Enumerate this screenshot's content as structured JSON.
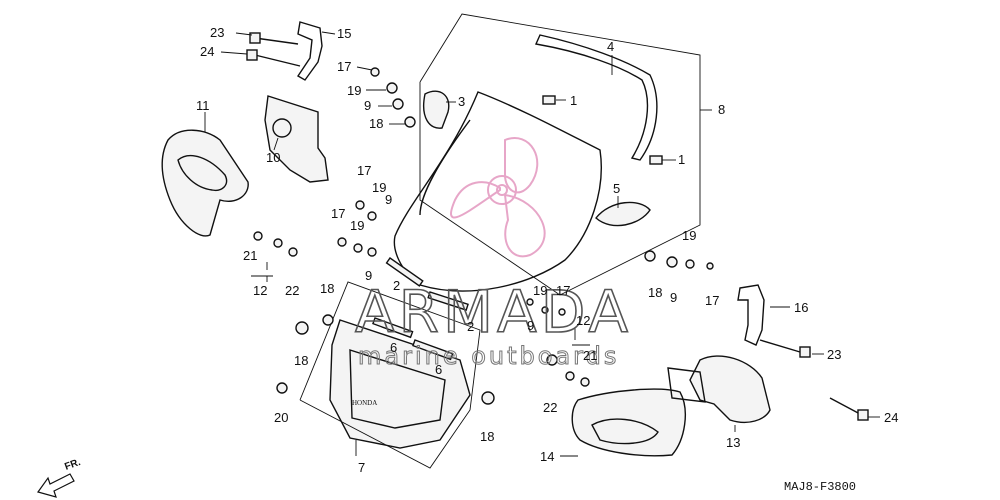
{
  "diagram": {
    "code": "MAJ8-F3800",
    "direction_label": "FR.",
    "brand_mark": "HONDA",
    "watermark": {
      "title": "ARMADA",
      "subtitle": "marine outboards",
      "logo_color": "#e7a6c8"
    },
    "callouts": [
      {
        "id": "c23a",
        "text": "23"
      },
      {
        "id": "c24a",
        "text": "24"
      },
      {
        "id": "c15",
        "text": "15"
      },
      {
        "id": "c17a",
        "text": "17"
      },
      {
        "id": "c19a",
        "text": "19"
      },
      {
        "id": "c9a",
        "text": "9"
      },
      {
        "id": "c18a",
        "text": "18"
      },
      {
        "id": "c11",
        "text": "11"
      },
      {
        "id": "c10",
        "text": "10"
      },
      {
        "id": "c3",
        "text": "3"
      },
      {
        "id": "c4",
        "text": "4"
      },
      {
        "id": "c1a",
        "text": "1"
      },
      {
        "id": "c1b",
        "text": "1"
      },
      {
        "id": "c8",
        "text": "8"
      },
      {
        "id": "c5",
        "text": "5"
      },
      {
        "id": "c17b",
        "text": "17"
      },
      {
        "id": "c19b",
        "text": "19"
      },
      {
        "id": "c9b",
        "text": "9"
      },
      {
        "id": "c17c",
        "text": "17"
      },
      {
        "id": "c19c",
        "text": "19"
      },
      {
        "id": "c9c",
        "text": "9"
      },
      {
        "id": "c21a",
        "text": "21"
      },
      {
        "id": "c12a",
        "text": "12"
      },
      {
        "id": "c22a",
        "text": "22"
      },
      {
        "id": "c2a",
        "text": "2"
      },
      {
        "id": "c2b",
        "text": "2"
      },
      {
        "id": "c18b",
        "text": "18"
      },
      {
        "id": "c18c",
        "text": "18"
      },
      {
        "id": "c6a",
        "text": "6"
      },
      {
        "id": "c6b",
        "text": "6"
      },
      {
        "id": "c19d",
        "text": "19"
      },
      {
        "id": "c17d",
        "text": "17"
      },
      {
        "id": "c9d",
        "text": "9"
      },
      {
        "id": "c12b",
        "text": "12"
      },
      {
        "id": "c21b",
        "text": "21"
      },
      {
        "id": "c19e",
        "text": "19"
      },
      {
        "id": "c18d",
        "text": "18"
      },
      {
        "id": "c9e",
        "text": "9"
      },
      {
        "id": "c17e",
        "text": "17"
      },
      {
        "id": "c16",
        "text": "16"
      },
      {
        "id": "c23b",
        "text": "23"
      },
      {
        "id": "c24b",
        "text": "24"
      },
      {
        "id": "c13",
        "text": "13"
      },
      {
        "id": "c14",
        "text": "14"
      },
      {
        "id": "c22b",
        "text": "22"
      },
      {
        "id": "c20",
        "text": "20"
      },
      {
        "id": "c18e",
        "text": "18"
      },
      {
        "id": "c7",
        "text": "7"
      }
    ]
  }
}
